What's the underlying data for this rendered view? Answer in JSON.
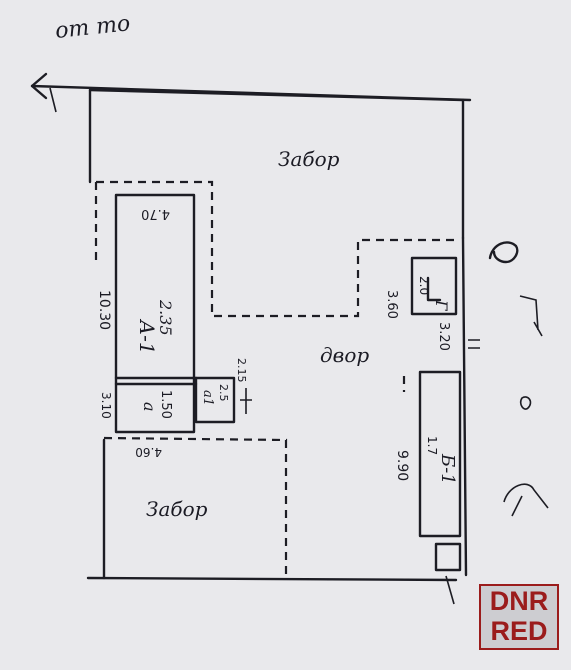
{
  "header_note": "от то",
  "rooms": {
    "top_yard_label": "Забор",
    "bottom_yard_label": "Забор",
    "center_label": "двор",
    "house_label": "А-1",
    "house_area": "2.35",
    "house_top_dim": "4.70",
    "house_sub_a": "а",
    "house_sub_a_dim": "1.50",
    "house_small_label": "а1",
    "house_small_dim": "2.5",
    "house_small_dim2": "2.15",
    "shed_label": "Г",
    "shed_dim": "2.0",
    "garage_label": "Б-1",
    "garage_dim": "1.7"
  },
  "dimensions": {
    "house_length": "10.30",
    "house_sub_length": "3.10",
    "house_width": "4.60",
    "shed_length": "3.60",
    "shed_width": "3.20",
    "garage_length": "9.90"
  },
  "colors": {
    "ink": "#1d1d24",
    "paper": "#e9e9ec",
    "watermark": "#9b1c1c"
  },
  "watermark": {
    "line1": "DNR",
    "line2": "RED"
  }
}
